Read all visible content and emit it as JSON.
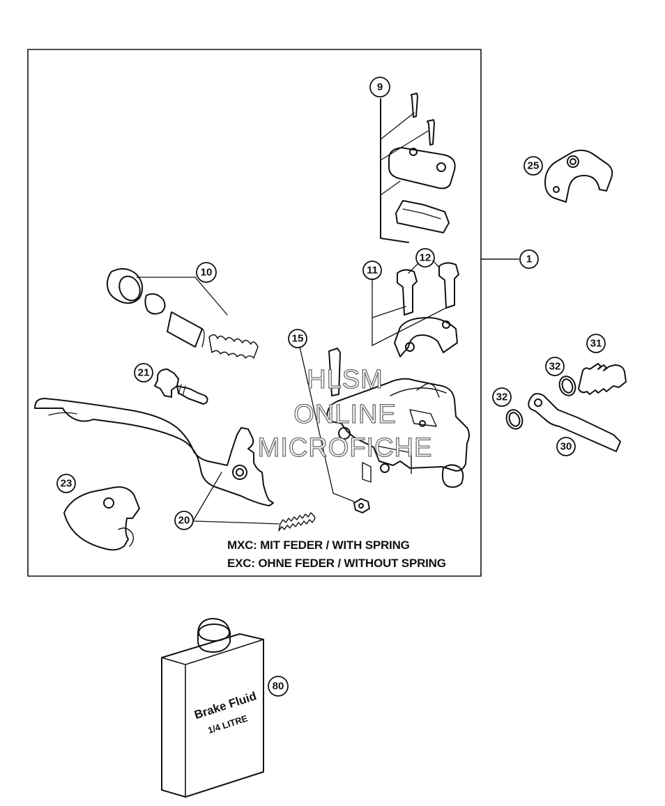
{
  "callouts": {
    "c1": "1",
    "c9": "9",
    "c10": "10",
    "c11": "11",
    "c12": "12",
    "c15": "15",
    "c20": "20",
    "c21": "21",
    "c23": "23",
    "c25": "25",
    "c30": "30",
    "c31": "31",
    "c32a": "32",
    "c32b": "32",
    "c80": "80"
  },
  "notes": {
    "mxc": "MXC: MIT FEDER / WITH SPRING",
    "exc": "EXC: OHNE FEDER / WITHOUT SPRING"
  },
  "watermark": {
    "line1": "HLSM",
    "line2": "ONLINE",
    "line3": "MICROFICHE"
  },
  "bottle": {
    "label_line1": "Brake Fluid",
    "label_line2": "1/4 LITRE"
  }
}
